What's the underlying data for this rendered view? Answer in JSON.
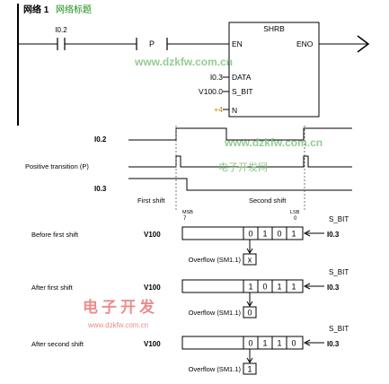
{
  "network": {
    "label": "网络 1",
    "title": "网络标题"
  },
  "ladder": {
    "contact_label": "I0.2",
    "p_label": "P",
    "block_title": "SHRB",
    "en": "EN",
    "eno": "ENO",
    "data_operand": "I0.3",
    "data_pin": "DATA",
    "sbit_operand": "V100.0",
    "sbit_pin": "S_BIT",
    "n_operand": "+4",
    "n_pin": "N"
  },
  "timing": {
    "i02_label": "I0.2",
    "positive_label": "Positive  transition  (P)",
    "i03_label": "I0.3",
    "first_shift": "First shift",
    "second_shift": "Second shift"
  },
  "registers": {
    "msb_label": "MSB",
    "msb_bit": "7",
    "lsb_label": "LSB",
    "lsb_bit": "0",
    "sbit_label": "S_BIT",
    "overflow_label": "Overflow  (SM1.1)",
    "rows": [
      {
        "label": "Before  first shift",
        "var": "V100",
        "bits": [
          "0",
          "1",
          "0",
          "1"
        ],
        "input": "I0.3",
        "overflow": "x",
        "show_sbit": true,
        "show_lsb": true
      },
      {
        "label": "After first shift",
        "var": "V100",
        "bits": [
          "1",
          "0",
          "1",
          "1"
        ],
        "input": "I0.3",
        "overflow": "0",
        "show_sbit": true,
        "show_lsb": false
      },
      {
        "label": "After second shift",
        "var": "V100",
        "bits": [
          "0",
          "1",
          "1",
          "0"
        ],
        "input": "I0.3",
        "overflow": "1",
        "show_sbit": true,
        "show_lsb": false
      }
    ]
  },
  "watermarks": {
    "url1": "www.dzkfw.com.cn",
    "url2": "www.dzkfw.com.cn",
    "cn1": "电子开发网",
    "cn2": "电子开发",
    "url3": "www.dzkfw.com.cn"
  },
  "colors": {
    "network_green": "#1a8c1a",
    "watermark_green": "#7fc47f",
    "watermark_red": "#e87a7a",
    "line": "#000000",
    "dashed": "#555555"
  }
}
